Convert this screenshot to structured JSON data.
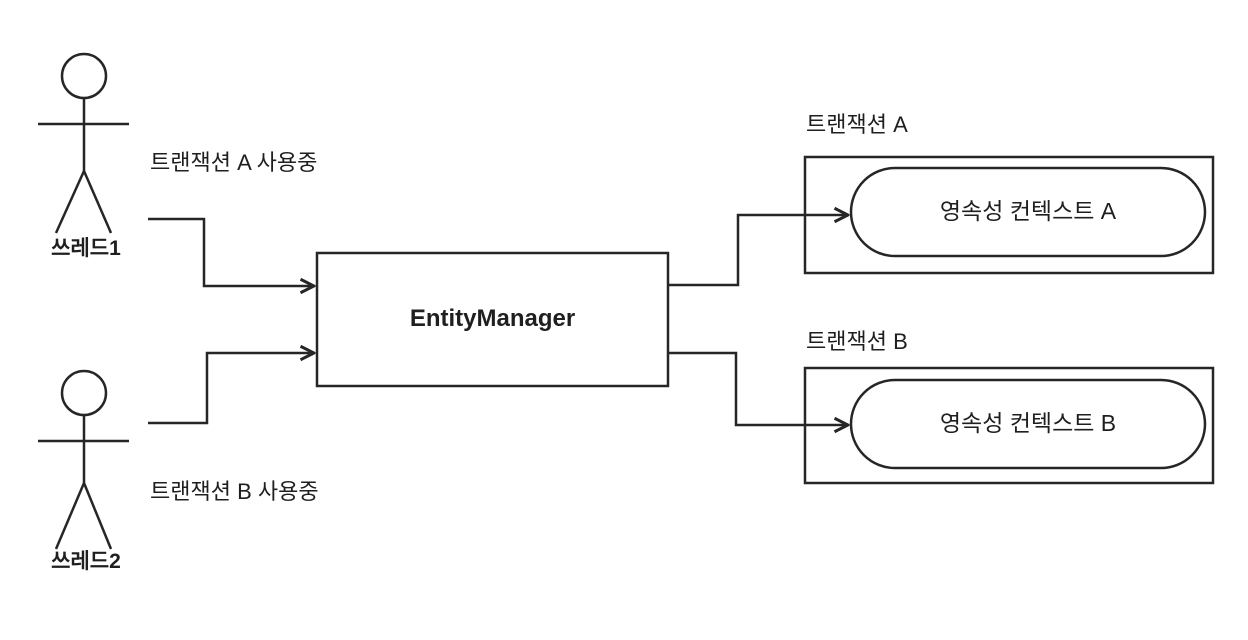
{
  "diagram": {
    "title_hint": "EntityManager per-thread transaction diagram",
    "colors": {
      "stroke": "#262626",
      "text": "#1f1f1f",
      "background": "#ffffff"
    },
    "actors": [
      {
        "label": "쓰레드1",
        "status": "트랜잭션 A 사용중"
      },
      {
        "label": "쓰레드2",
        "status": "트랜잭션 B 사용중"
      }
    ],
    "entity_manager": {
      "label": "EntityManager"
    },
    "transactions": [
      {
        "label": "트랜잭션 A",
        "context": "영속성 컨텍스트 A"
      },
      {
        "label": "트랜잭션 B",
        "context": "영속성 컨텍스트 B"
      }
    ]
  }
}
